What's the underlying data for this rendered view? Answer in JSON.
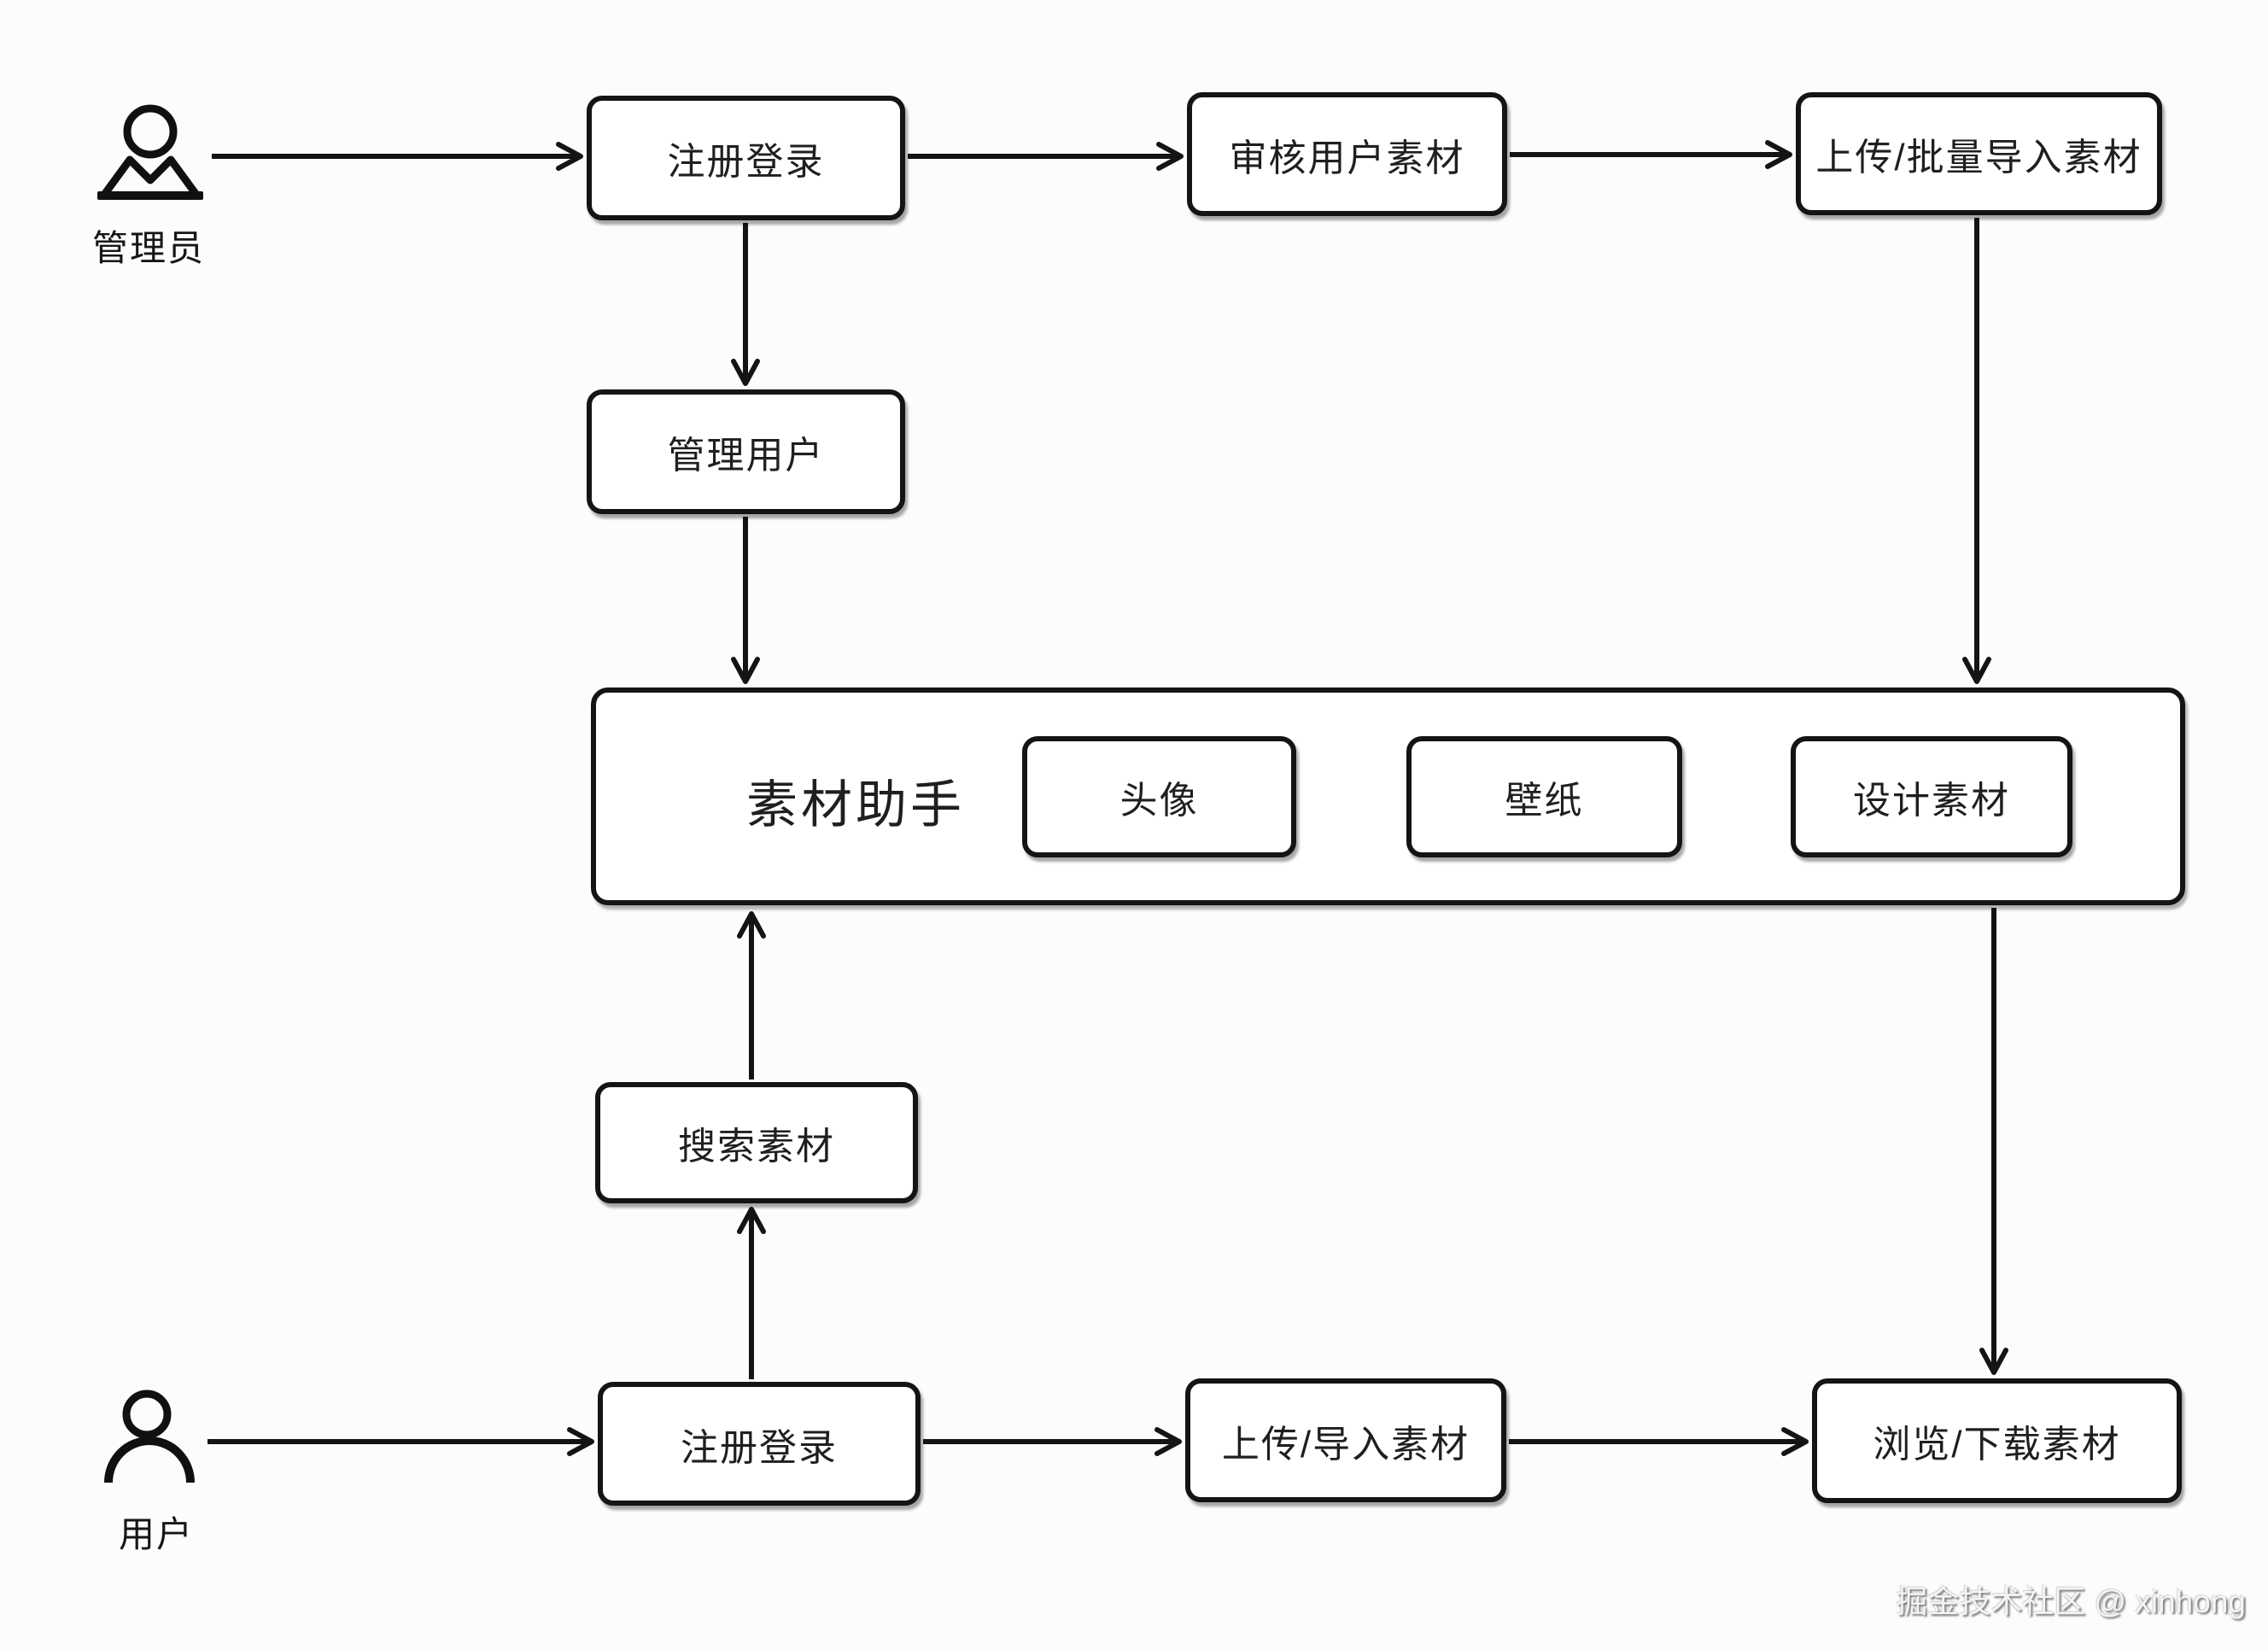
{
  "diagram_type": "flowchart",
  "colors": {
    "background": "#fcfcfc",
    "stroke": "#141414",
    "box_fill": "#ffffff",
    "text": "#1f1f1f"
  },
  "actors": {
    "admin": {
      "label": "管理员"
    },
    "user": {
      "label": "用户"
    }
  },
  "nodes": {
    "admin_register": {
      "label": "注册登录"
    },
    "review_user_materials": {
      "label": "审核用户素材"
    },
    "upload_batch_import": {
      "label": "上传/批量导入素材"
    },
    "manage_users": {
      "label": "管理用户"
    },
    "material_assistant": {
      "label": "素材助手"
    },
    "avatar": {
      "label": "头像"
    },
    "wallpaper": {
      "label": "壁纸"
    },
    "design_materials": {
      "label": "设计素材"
    },
    "search_materials": {
      "label": "搜索素材"
    },
    "user_register": {
      "label": "注册登录"
    },
    "upload_import": {
      "label": "上传/导入素材"
    },
    "browse_download": {
      "label": "浏览/下载素材"
    }
  },
  "edges": [
    {
      "from": "admin",
      "to": "admin_register"
    },
    {
      "from": "admin_register",
      "to": "review_user_materials"
    },
    {
      "from": "review_user_materials",
      "to": "upload_batch_import"
    },
    {
      "from": "admin_register",
      "to": "manage_users"
    },
    {
      "from": "manage_users",
      "to": "material_assistant"
    },
    {
      "from": "upload_batch_import",
      "to": "material_assistant"
    },
    {
      "from": "search_materials",
      "to": "material_assistant"
    },
    {
      "from": "user_register",
      "to": "search_materials"
    },
    {
      "from": "material_assistant",
      "to": "browse_download"
    },
    {
      "from": "user",
      "to": "user_register"
    },
    {
      "from": "user_register",
      "to": "upload_import"
    },
    {
      "from": "upload_import",
      "to": "browse_download"
    }
  ],
  "watermark": {
    "text": "掘金技术社区 @ xinhong"
  }
}
